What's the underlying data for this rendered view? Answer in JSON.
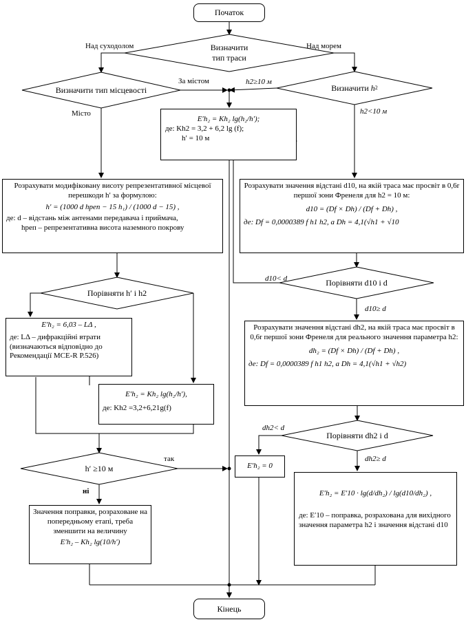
{
  "nodes": {
    "start": "Початок",
    "path_type": [
      "Визначити",
      "тип траси"
    ],
    "terrain_type": "Визначити тип місцевості",
    "determine_h2_prefix": "Визначити ",
    "determine_h2_var": "h",
    "determine_h2_sub": "2",
    "city_box": {
      "formula1": "E′h₂ = Kh₂ lg(h₂/h′);",
      "formula2": "де:  Kh2 = 3,2 + 6,2 lg (f);",
      "formula3": "h′ = 10 м"
    },
    "modified_height": {
      "title": "Розрахувати модифіковану висоту репрезентативної місцевої перешкоди h′ за формулою:",
      "formula": "h′ = (1000 d hреп − 15 h₁) / (1000 d − 15) ,",
      "note1": "де:   d – відстань між антенами передавача і приймача,",
      "note2": "hреп – репрезентативна висота наземного покрову"
    },
    "compare_h": "Порівняти  h′ і h2",
    "diffraction": {
      "formula": "E′h₂ = 6,03 – LΔ ,",
      "note": "де:  LΔ – дифракційні втрати (визначаються відповідно до Рекомендації МСЕ-R P.526)"
    },
    "k_box": {
      "formula": "E′h₂ = Kh₂ lg(h₂/h′),",
      "note": "де:  Kh2 =3,2+6,21g(f)"
    },
    "h_ge_10": "h′ ≥10 м",
    "reduce": {
      "text": "Значення поправки, розраховане на попередньому етапі, треба зменшити на величину",
      "formula": "E′h₂ – Kh₂ lg(10/h′)"
    },
    "d10_box": {
      "title": "Розрахувати значення відстані d10, на якій траса має просвіт в 0,6r першої зони Френеля для h2 = 10 м:",
      "formula": "d10 = (Df × Dh) / (Df + Dh) ,",
      "formula2": "де:   Df = 0,0000389 f h1 h2, а   Dh = 4,1(√h1 + √10"
    },
    "compare_d10": "Порівняти d10 і d",
    "dh2_box": {
      "title": "Розрахувати значення відстані dh2, на якій траса має просвіт в 0,6r першої зони Френеля для реального значення параметра h2:",
      "formula": "dh₂ = (Df × Dh) / (Df + Dh) ,",
      "formula2": "де:   Df = 0,0000389 f h1 h2, а   Dh = 4,1(√h1 + √h2)"
    },
    "compare_dh2": "Порівняти dh2 і d",
    "zero_box": "E′h₂ = 0",
    "final_box": {
      "formula": "E′h₂ = E′10 · lg(d/dh₂) / lg(d10/dh₂) ,",
      "note": "де: E′10 – поправка, розрахована для вихідного значення параметра h2 і значення відстані d10"
    },
    "end": "Кінець"
  },
  "labels": {
    "over_land": "Над суходолом",
    "over_sea": "Над морем",
    "city_flow": "За містом",
    "h2_ge_10": "h2≥10 м",
    "city": "Місто",
    "h2_lt_10": "h2<10 м",
    "d10_lt_d": "d10< d",
    "d10_ge_d": "d10≥ d",
    "dh2_lt_d": "dh2< d",
    "dh2_ge_d": "dh2≥ d",
    "yes": "так",
    "no": "ні"
  }
}
